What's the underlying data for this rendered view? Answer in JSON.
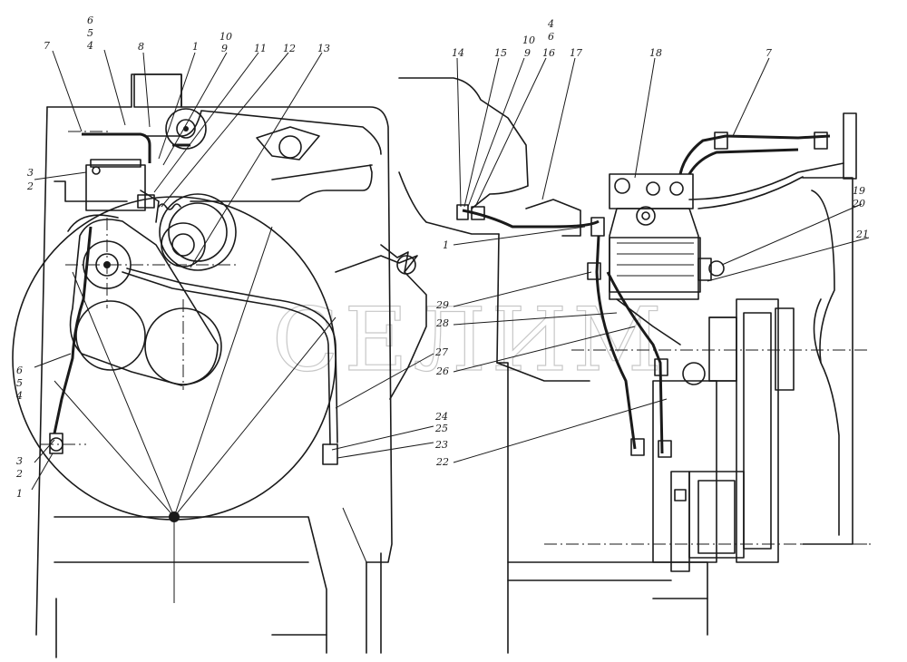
{
  "watermark": "СЕЛИМ",
  "left_view": {
    "labels": {
      "l7": "7",
      "l6": "6",
      "l5": "5",
      "l4": "4",
      "l8": "8",
      "l1": "1",
      "l10": "10",
      "l9": "9",
      "l11": "11",
      "l12": "12",
      "l13": "13",
      "l3": "3",
      "l2": "2",
      "l6b": "6",
      "l5b": "5",
      "l4b": "4",
      "l3b": "3",
      "l2b": "2",
      "l1b": "1",
      "l27": "27",
      "l24": "24",
      "l25": "25",
      "l23": "23"
    }
  },
  "right_view": {
    "labels": {
      "r14": "14",
      "r15": "15",
      "r10": "10",
      "r9": "9",
      "r4": "4",
      "r6": "6",
      "r16": "16",
      "r17": "17",
      "r18": "18",
      "r7": "7",
      "r19": "19",
      "r20": "20",
      "r21": "21",
      "r1": "1",
      "r29": "29",
      "r28": "28",
      "r26": "26",
      "r22": "22"
    }
  }
}
